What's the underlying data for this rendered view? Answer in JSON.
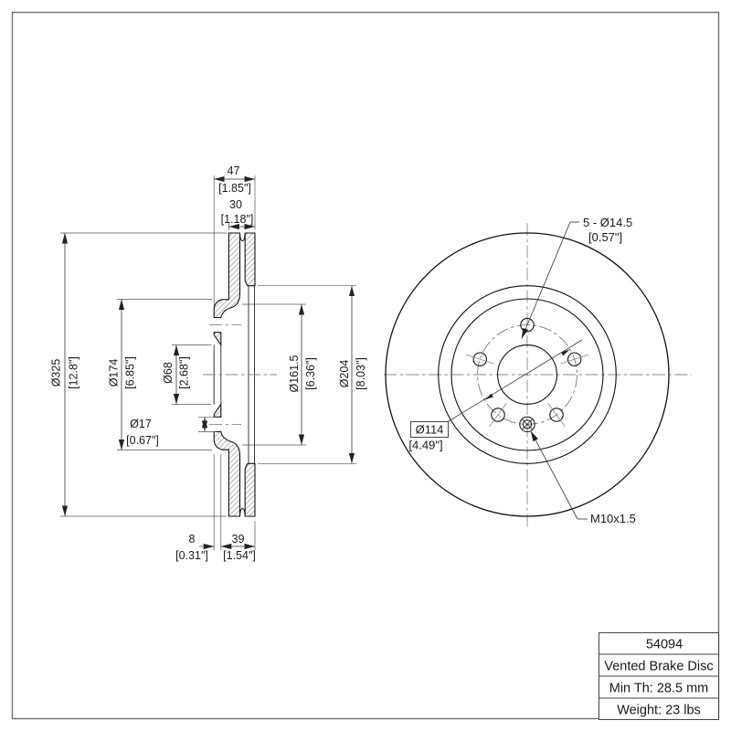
{
  "colors": {
    "ink": "#1a1a1a",
    "background": "#ffffff"
  },
  "section_view": {
    "overall_width": {
      "mm": "47",
      "inch": "[1.85\"]"
    },
    "disc_thickness": {
      "mm": "30",
      "inch": "[1.18\"]"
    },
    "outer_diameter": {
      "mm": "Ø325",
      "inch": "[12.8\"]"
    },
    "hat_diameter": {
      "mm": "Ø174",
      "inch": "[6.85\"]"
    },
    "bore_diameter": {
      "mm": "Ø68",
      "inch": "[2.68\"]"
    },
    "hat_hole_diameter": {
      "mm": "Ø17",
      "inch": "[0.67\"]"
    },
    "inner_braking_diameter": {
      "mm": "Ø161.5",
      "inch": "[6.36\"]"
    },
    "step_diameter": {
      "mm": "Ø204",
      "inch": "[8.03\"]"
    },
    "hat_wall_thickness": {
      "mm": "8",
      "inch": "[0.31\"]"
    },
    "hat_depth": {
      "mm": "39",
      "inch": "[1.54\"]"
    }
  },
  "front_view": {
    "lug_holes": {
      "mm": "5 - Ø14.5",
      "inch": "[0.57\"]"
    },
    "bolt_circle": {
      "mm": "Ø114",
      "inch": "[4.49\"]"
    },
    "set_screw_thread": "M10x1.5"
  },
  "title_block": {
    "part_number": "54094",
    "description": "Vented Brake Disc",
    "min_thickness": "Min Th: 28.5 mm",
    "weight": "Weight: 23 lbs"
  }
}
